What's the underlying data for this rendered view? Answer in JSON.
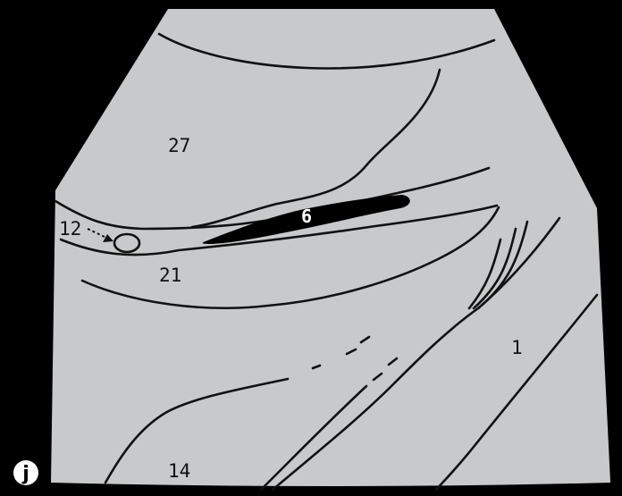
{
  "panel_label": "j",
  "labels": {
    "l27": "27",
    "l6": "6",
    "l12": "12",
    "l21": "21",
    "l1": "1",
    "l14": "14"
  },
  "colors": {
    "frame": "#000000",
    "sector": "#c8c9ca",
    "line": "#111111",
    "vessel": "#000000"
  }
}
